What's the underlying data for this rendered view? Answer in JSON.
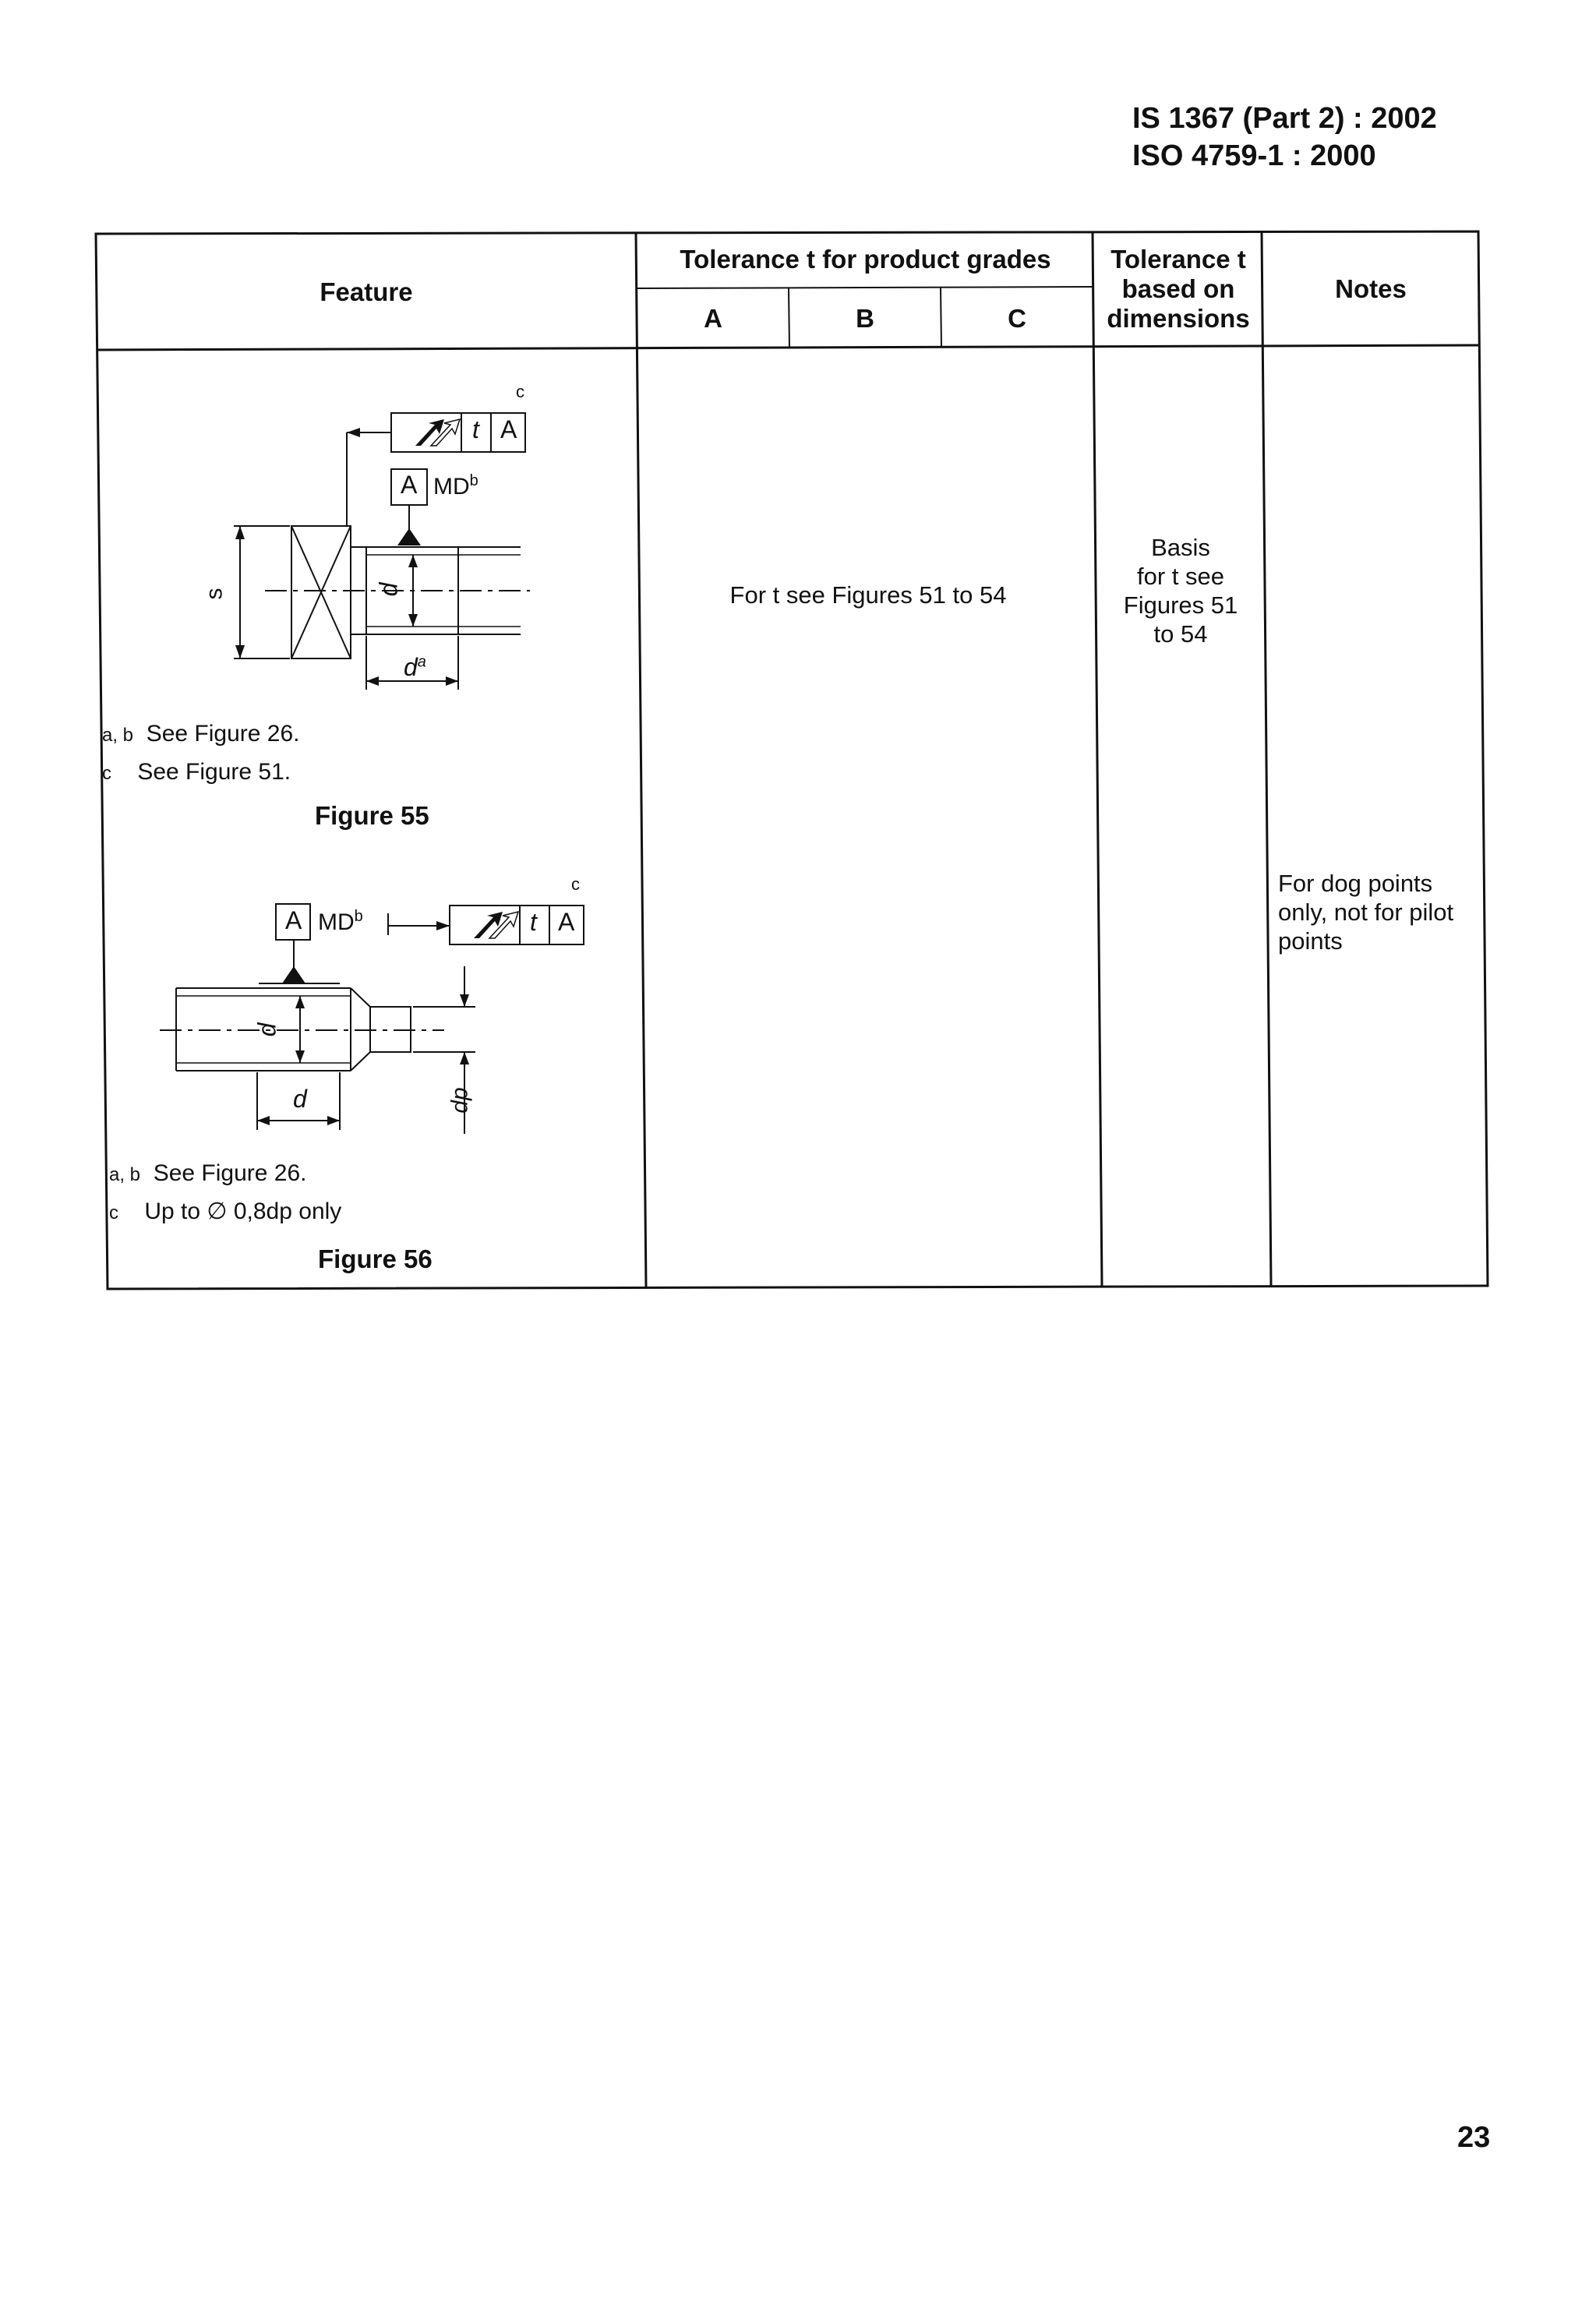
{
  "header": {
    "line1": "IS  1367 (Part 2) : 2002",
    "line2": "ISO  4759-1 : 2000"
  },
  "table": {
    "col_feature": "Feature",
    "col_tolerance": "Tolerance t for product grades",
    "grade_a": "A",
    "grade_b": "B",
    "grade_c": "C",
    "col_basis_l1": "Tolerance t",
    "col_basis_l2": "based on",
    "col_basis_l3": "dimensions",
    "col_notes": "Notes",
    "grades_text": "For t see Figures 51 to 54",
    "basis_l1": "Basis",
    "basis_l2": "for t see",
    "basis_l3": "Figures 51",
    "basis_l4": "to 54",
    "notes_l1": "For dog points",
    "notes_l2": "only, not for pilot",
    "notes_l3": "points"
  },
  "figure55": {
    "note_ab_marker": "a, b",
    "note_ab_text": "See Figure 26.",
    "note_c_marker": "c",
    "note_c_text": "See Figure 51.",
    "caption": "Figure 55",
    "label_s": "s",
    "label_d": "d",
    "label_da": "d",
    "sup_a": "a",
    "datum": "A",
    "md": "MD",
    "sup_b": "b",
    "frame_t": "t",
    "frame_a": "A",
    "sup_c": "c"
  },
  "figure56": {
    "note_ab_marker": "a, b",
    "note_ab_text": "See Figure 26.",
    "note_c_marker": "c",
    "note_c_text": "Up to ∅ 0,8dp only",
    "caption": "Figure 56",
    "label_d": "d",
    "label_d2": "d",
    "label_dp": "dp",
    "datum": "A",
    "md": "MD",
    "sup_b": "b",
    "frame_t": "t",
    "frame_a": "A",
    "sup_c": "c"
  },
  "page_number": "23"
}
